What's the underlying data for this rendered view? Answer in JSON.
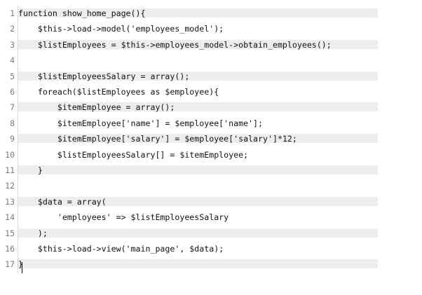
{
  "editor": {
    "lines": [
      {
        "number": "1",
        "text": "function show_home_page(){"
      },
      {
        "number": "2",
        "text": "    $this->load->model('employees_model');"
      },
      {
        "number": "3",
        "text": "    $listEmployees = $this->employees_model->obtain_employees();"
      },
      {
        "number": "4",
        "text": ""
      },
      {
        "number": "5",
        "text": "    $listEmployeesSalary = array();"
      },
      {
        "number": "6",
        "text": "    foreach($listEmployees as $employee){"
      },
      {
        "number": "7",
        "text": "        $itemEmployee = array();"
      },
      {
        "number": "8",
        "text": "        $itemEmployee['name'] = $employee['name'];"
      },
      {
        "number": "9",
        "text": "        $itemEmployee['salary'] = $employee['salary']*12;"
      },
      {
        "number": "10",
        "text": "        $listEmployeesSalary[] = $itemEmployee;"
      },
      {
        "number": "11",
        "text": "    }"
      },
      {
        "number": "12",
        "text": ""
      },
      {
        "number": "13",
        "text": "    $data = array("
      },
      {
        "number": "14",
        "text": "        'employees' => $listEmployeesSalary"
      },
      {
        "number": "15",
        "text": "    );"
      },
      {
        "number": "16",
        "text": "    $this->load->view('main_page', $data);"
      },
      {
        "number": "17",
        "text": "}"
      }
    ]
  }
}
